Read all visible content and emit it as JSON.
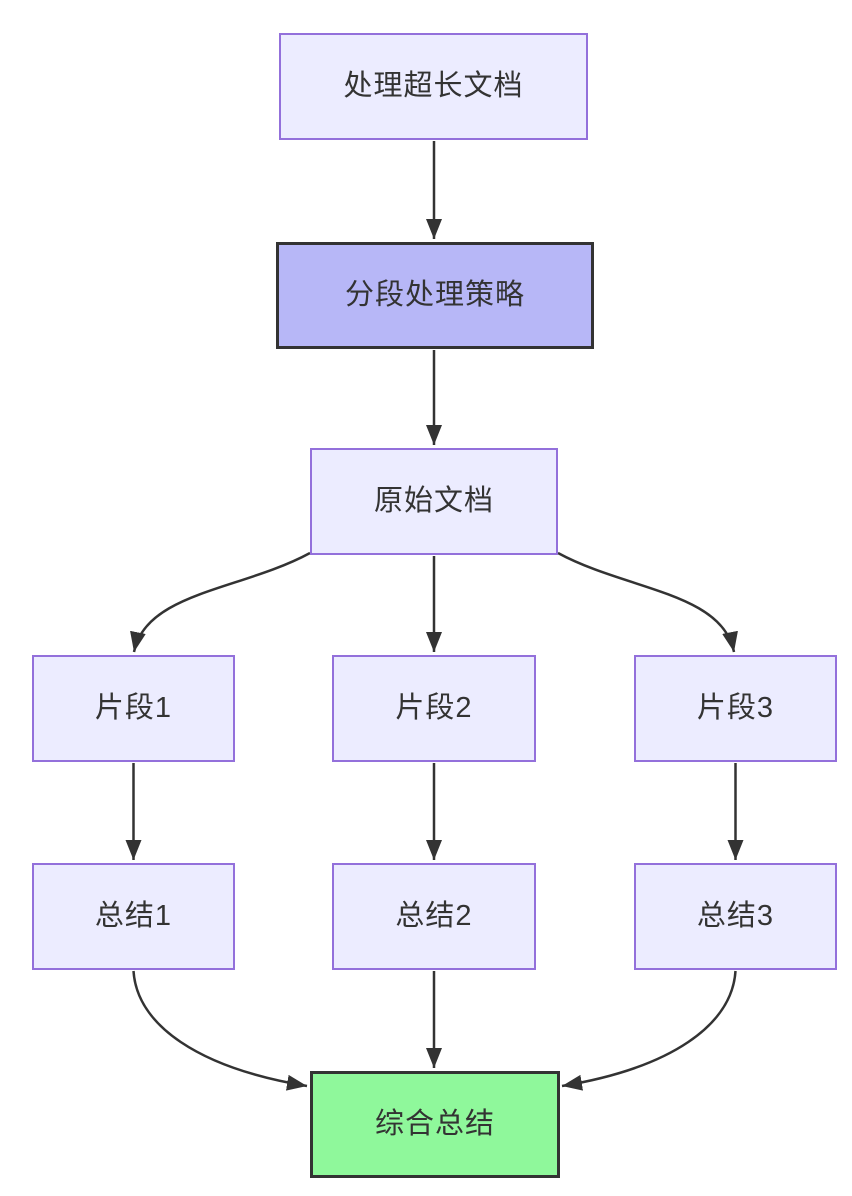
{
  "diagram": {
    "type": "flowchart-top-down",
    "nodes": [
      {
        "id": "process-doc",
        "label": "处理超长文档",
        "style": "default"
      },
      {
        "id": "strategy",
        "label": "分段处理策略",
        "style": "emphasis"
      },
      {
        "id": "source-doc",
        "label": "原始文档",
        "style": "default"
      },
      {
        "id": "segment-1",
        "label": "片段1",
        "style": "default"
      },
      {
        "id": "segment-2",
        "label": "片段2",
        "style": "default"
      },
      {
        "id": "segment-3",
        "label": "片段3",
        "style": "default"
      },
      {
        "id": "summary-1",
        "label": "总结1",
        "style": "default"
      },
      {
        "id": "summary-2",
        "label": "总结2",
        "style": "default"
      },
      {
        "id": "summary-3",
        "label": "总结3",
        "style": "default"
      },
      {
        "id": "final-summary",
        "label": "综合总结",
        "style": "success"
      }
    ],
    "edges": [
      {
        "from": "process-doc",
        "to": "strategy"
      },
      {
        "from": "strategy",
        "to": "source-doc"
      },
      {
        "from": "source-doc",
        "to": "segment-1"
      },
      {
        "from": "source-doc",
        "to": "segment-2"
      },
      {
        "from": "source-doc",
        "to": "segment-3"
      },
      {
        "from": "segment-1",
        "to": "summary-1"
      },
      {
        "from": "segment-2",
        "to": "summary-2"
      },
      {
        "from": "segment-3",
        "to": "summary-3"
      },
      {
        "from": "summary-1",
        "to": "final-summary"
      },
      {
        "from": "summary-2",
        "to": "final-summary"
      },
      {
        "from": "summary-3",
        "to": "final-summary"
      }
    ]
  },
  "colors": {
    "background": "#FFFFFF",
    "node_fill": "#ECECFF",
    "node_border": "#9370DB",
    "emphasis_fill": "#B7B7F7",
    "emphasis_border": "#333333",
    "success_fill": "#8FF89B",
    "success_border": "#333333",
    "edge": "#333333",
    "text": "#333333"
  }
}
